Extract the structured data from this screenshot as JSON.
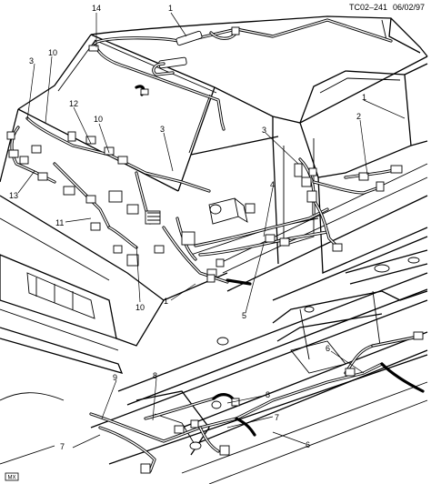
{
  "header": {
    "drawing_code": "TC02–241",
    "date": "06/02/97"
  },
  "mx_badge": "MX",
  "callouts": [
    {
      "id": "c14",
      "label": "14"
    },
    {
      "id": "c1a",
      "label": "1"
    },
    {
      "id": "c3a",
      "label": "3"
    },
    {
      "id": "c10a",
      "label": "10"
    },
    {
      "id": "c12",
      "label": "12"
    },
    {
      "id": "c10b",
      "label": "10"
    },
    {
      "id": "c3b",
      "label": "3"
    },
    {
      "id": "c13",
      "label": "13"
    },
    {
      "id": "c11",
      "label": "11"
    },
    {
      "id": "c10c",
      "label": "10"
    },
    {
      "id": "c1b",
      "label": "1"
    },
    {
      "id": "c1c",
      "label": "1"
    },
    {
      "id": "c2",
      "label": "2"
    },
    {
      "id": "c3c",
      "label": "3"
    },
    {
      "id": "c4",
      "label": "4"
    },
    {
      "id": "c5",
      "label": "5"
    },
    {
      "id": "c6a",
      "label": "6"
    },
    {
      "id": "c6b",
      "label": "6"
    },
    {
      "id": "c9",
      "label": "9"
    },
    {
      "id": "c8a",
      "label": "8"
    },
    {
      "id": "c8b",
      "label": "8"
    },
    {
      "id": "c7a",
      "label": "7"
    },
    {
      "id": "c7b",
      "label": "7"
    }
  ]
}
